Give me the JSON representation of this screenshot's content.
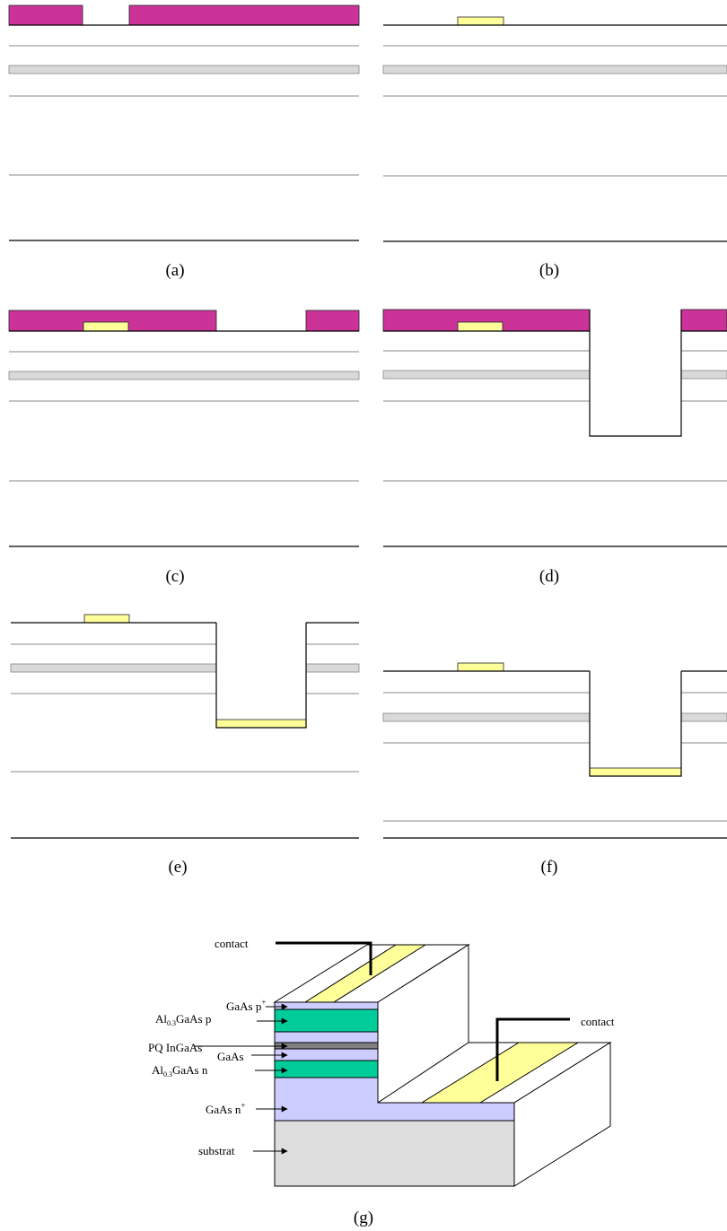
{
  "captions": {
    "a": "(a)",
    "b": "(b)",
    "c": "(c)",
    "d": "(d)",
    "e": "(e)",
    "f": "(f)",
    "g": "(g)"
  },
  "diagram_g": {
    "contact_left": "contact",
    "contact_right": "contact",
    "layer_gaas_p_plus": {
      "base": "GaAs p",
      "sup": "+"
    },
    "layer_algaas_p": {
      "base": "Al",
      "sub": "0.3",
      "rest": "GaAs p"
    },
    "layer_pq_ingaas": "PQ InGaAs",
    "layer_gaas": "GaAs",
    "layer_algaas_n": {
      "base": "Al",
      "sub": "0.3",
      "rest": "GaAs n"
    },
    "layer_gaas_n_plus": {
      "base": "GaAs n",
      "sup": "+"
    },
    "layer_substrat": "substrat"
  },
  "colors": {
    "resist": "#cc3399",
    "metal": "#ffff99",
    "quantum_well": "#d9d9d9",
    "algaas": "#00cc99",
    "gaas_doped": "#ccccff",
    "pq_ingaas": "#808080",
    "substrate": "#dddddd"
  }
}
